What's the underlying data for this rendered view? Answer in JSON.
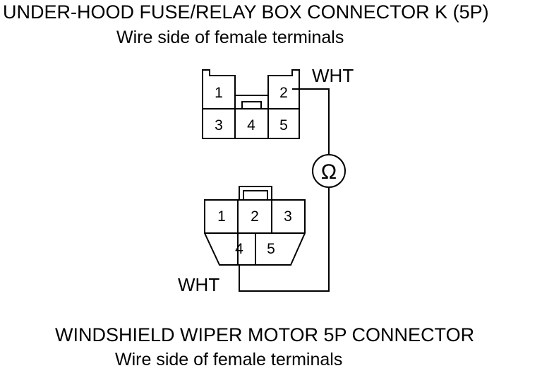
{
  "top_connector": {
    "title": "UNDER-HOOD FUSE/RELAY BOX CONNECTOR K (5P)",
    "subtitle": "Wire side of female terminals",
    "terminals": [
      "1",
      "2",
      "3",
      "4",
      "5"
    ],
    "wire_label": "WHT"
  },
  "bottom_connector": {
    "title": "WINDSHIELD WIPER MOTOR 5P CONNECTOR",
    "subtitle": "Wire side of female terminals",
    "terminals": [
      "1",
      "2",
      "3",
      "4",
      "5"
    ],
    "wire_label": "WHT"
  },
  "meter_symbol": "Ω"
}
